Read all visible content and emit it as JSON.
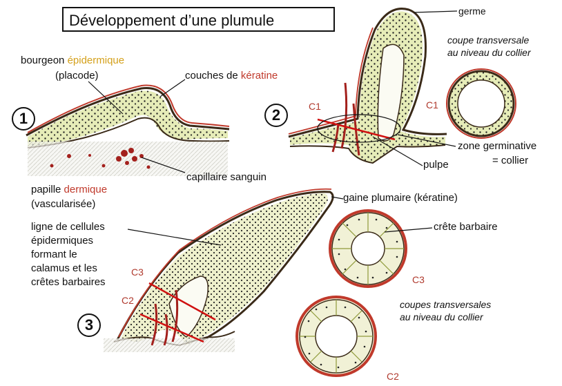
{
  "title": "Développement d’une plumule",
  "step_numbers": [
    "1",
    "2",
    "3"
  ],
  "labels": {
    "bourgeon_prefix": "bourgeon ",
    "bourgeon_colored": "épidermique",
    "placode": "(placode)",
    "couches_prefix": "couches de ",
    "couches_colored": "kératine",
    "papille_prefix": "papille ",
    "papille_colored": "dermique",
    "vascularisee": "(vascularisée)",
    "capillaire": "capillaire sanguin",
    "germe": "germe",
    "coupe_transversale_l1": "coupe transversale",
    "coupe_transversale_l2": "au niveau du collier",
    "zone_germinative_l1": "zone germinative",
    "zone_germinative_l2": "= collier",
    "pulpe": "pulpe",
    "gaine": "gaine plumaire (kératine)",
    "ligne_l1": "ligne de cellules",
    "ligne_l2": "épidermiques",
    "ligne_l3": "formant le",
    "ligne_l4": "calamus et les",
    "ligne_l5": "crêtes barbaires",
    "crete": "crête barbaire",
    "coupes_l1": "coupes transversales",
    "coupes_l2": "au niveau du collier",
    "c1_stage": "C1",
    "c1_section": "C1",
    "c2_stage": "C2",
    "c3_stage": "C3",
    "c3_section": "C3",
    "c2_section": "C2"
  },
  "colors": {
    "epidermis": "#d4a01a",
    "keratin": "#c0392b",
    "tissue_fill": "#e9eec0",
    "dark_outline": "#3a2a18",
    "blood": "#a3201c"
  }
}
